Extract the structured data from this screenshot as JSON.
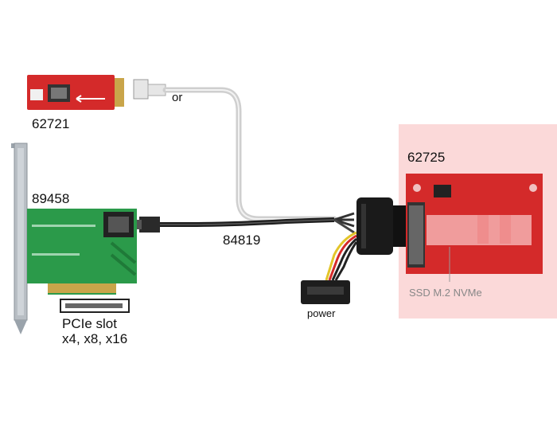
{
  "labels": {
    "module_top": "62721",
    "or": "or",
    "pcie_card": "89458",
    "cable": "84819",
    "adapter": "62725",
    "power": "power",
    "pcie_slot_line1": "PCIe slot",
    "pcie_slot_line2": "x4, x8, x16",
    "ssd": "SSD M.2 NVMe"
  },
  "colors": {
    "pcb_red": "#d42a2a",
    "pcb_green": "#2b9a4a",
    "highlight_pink": "#fbd9d9",
    "cable_gray": "#d9d9d9",
    "cable_black": "#1e1e1e",
    "bracket": "#9aa3ab"
  }
}
